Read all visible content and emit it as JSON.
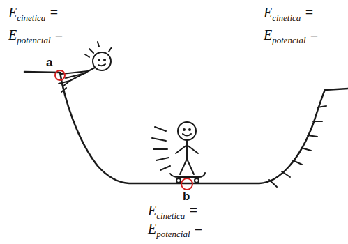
{
  "diagram": {
    "labels": [
      "Ecinetica =",
      "Epotencial =",
      "Ecinetica =",
      "Epotencial =",
      "a",
      "b",
      "Ecinetica =",
      "Epotencial ="
    ]
  }
}
